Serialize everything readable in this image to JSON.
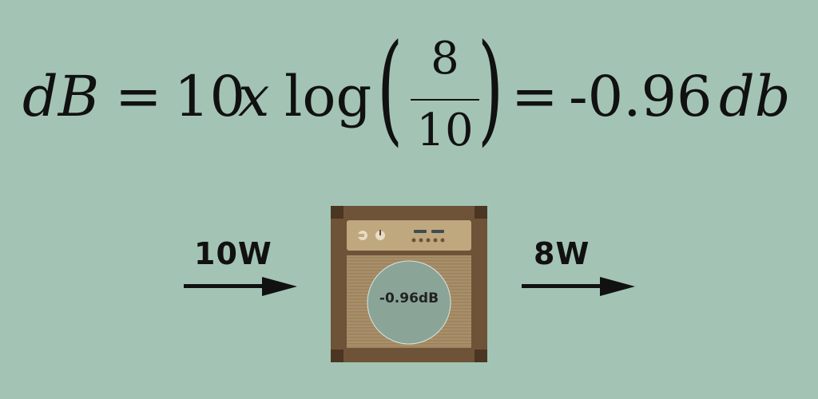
{
  "formula": {
    "lhs": "dB",
    "equals": "=",
    "coef": "10",
    "var": "x",
    "func": "log",
    "numerator": "8",
    "denominator": "10",
    "result": "-0.96",
    "unit": "db"
  },
  "input": {
    "label": "10W"
  },
  "output": {
    "label": "8W"
  },
  "amp": {
    "speaker_label": "-0.96dB"
  },
  "colors": {
    "background": "#a3c4b4",
    "amp_body": "#6e5338",
    "amp_panel": "#b59a6f",
    "speaker": "#8aa498"
  }
}
